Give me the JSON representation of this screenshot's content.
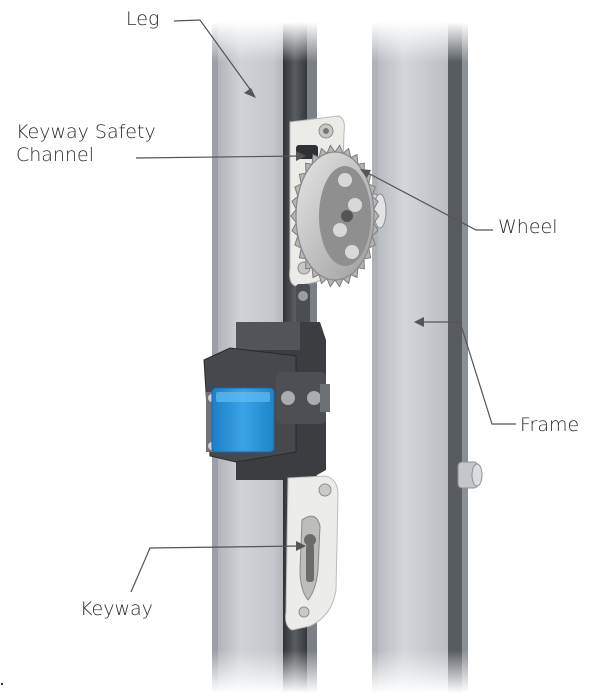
{
  "labels": {
    "leg": "Leg",
    "keyway_safety_channel_line1": "Keyway Safety",
    "keyway_safety_channel_line2": "Channel",
    "wheel": "Wheel",
    "frame": "Frame",
    "keyway": "Keyway"
  },
  "colors": {
    "background": "#ffffff",
    "leg_metal": "#bfc3c8",
    "frame_metal": "#c6cacf",
    "channel_shadow": "#3e4247",
    "white_plastic": "#e9e9e6",
    "latch_dark": "#3b3d40",
    "latch_button_blue": "#2f95d8",
    "wheel_steel": "#c9c9c9",
    "leader_line": "#555555"
  },
  "icons": {
    "wheel": "gear-wheel-icon",
    "latch": "buckle-latch-icon"
  }
}
